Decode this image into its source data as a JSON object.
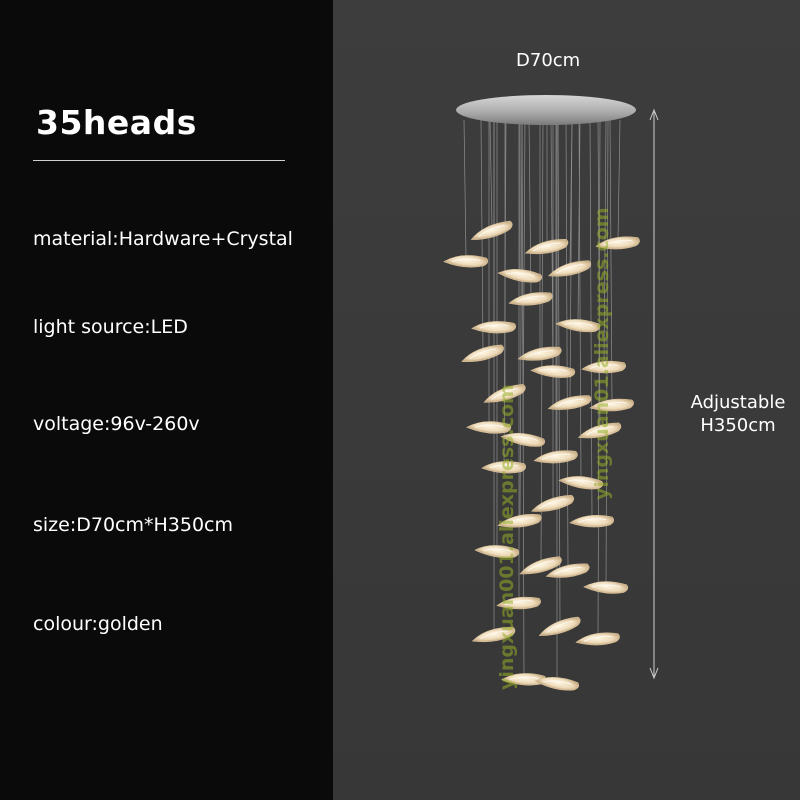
{
  "product": {
    "heads": "35heads",
    "specs": {
      "material": "material:Hardware+Crystal",
      "light_source": "light source:LED",
      "voltage": "voltage:96v-260v",
      "size": "size:D70cm*H350cm",
      "colour": "colour:golden"
    }
  },
  "dimensions": {
    "diameter": "D70cm",
    "height_label": "Adjustable",
    "height_value": "H350cm"
  },
  "watermark": {
    "text_1": "yingxuan001.aliexpress.com",
    "text_2": "yingxuan01.aliexpress.com"
  },
  "colors": {
    "left_background": "#0a0a0a",
    "right_background": "#3a3a3a",
    "text": "#ffffff",
    "shade_glow": "#f3e2c4",
    "canopy": "#b9b9b9"
  }
}
